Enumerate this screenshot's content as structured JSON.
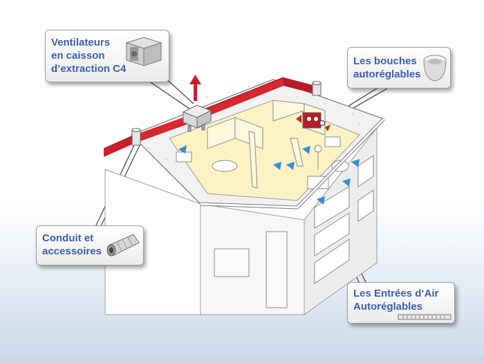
{
  "callouts": {
    "ventilateurs": "Ventilateurs\nen caisson\nd’extraction C4",
    "bouches": "Les bouches\nautoréglables",
    "conduit": "Conduit et\naccessoires",
    "entrees": "Les Entrées d‘Air\nAutoréglables"
  },
  "colors": {
    "label_blue": "#3a5fae",
    "duct_red": "#cc1f2e",
    "interior_yellow": "#fbf3c4",
    "airflow_blue": "#2f8fd8"
  },
  "icons": [
    "fan-box-icon",
    "vent-cap-icon",
    "duct-tube-icon",
    "air-inlet-grille-icon"
  ]
}
